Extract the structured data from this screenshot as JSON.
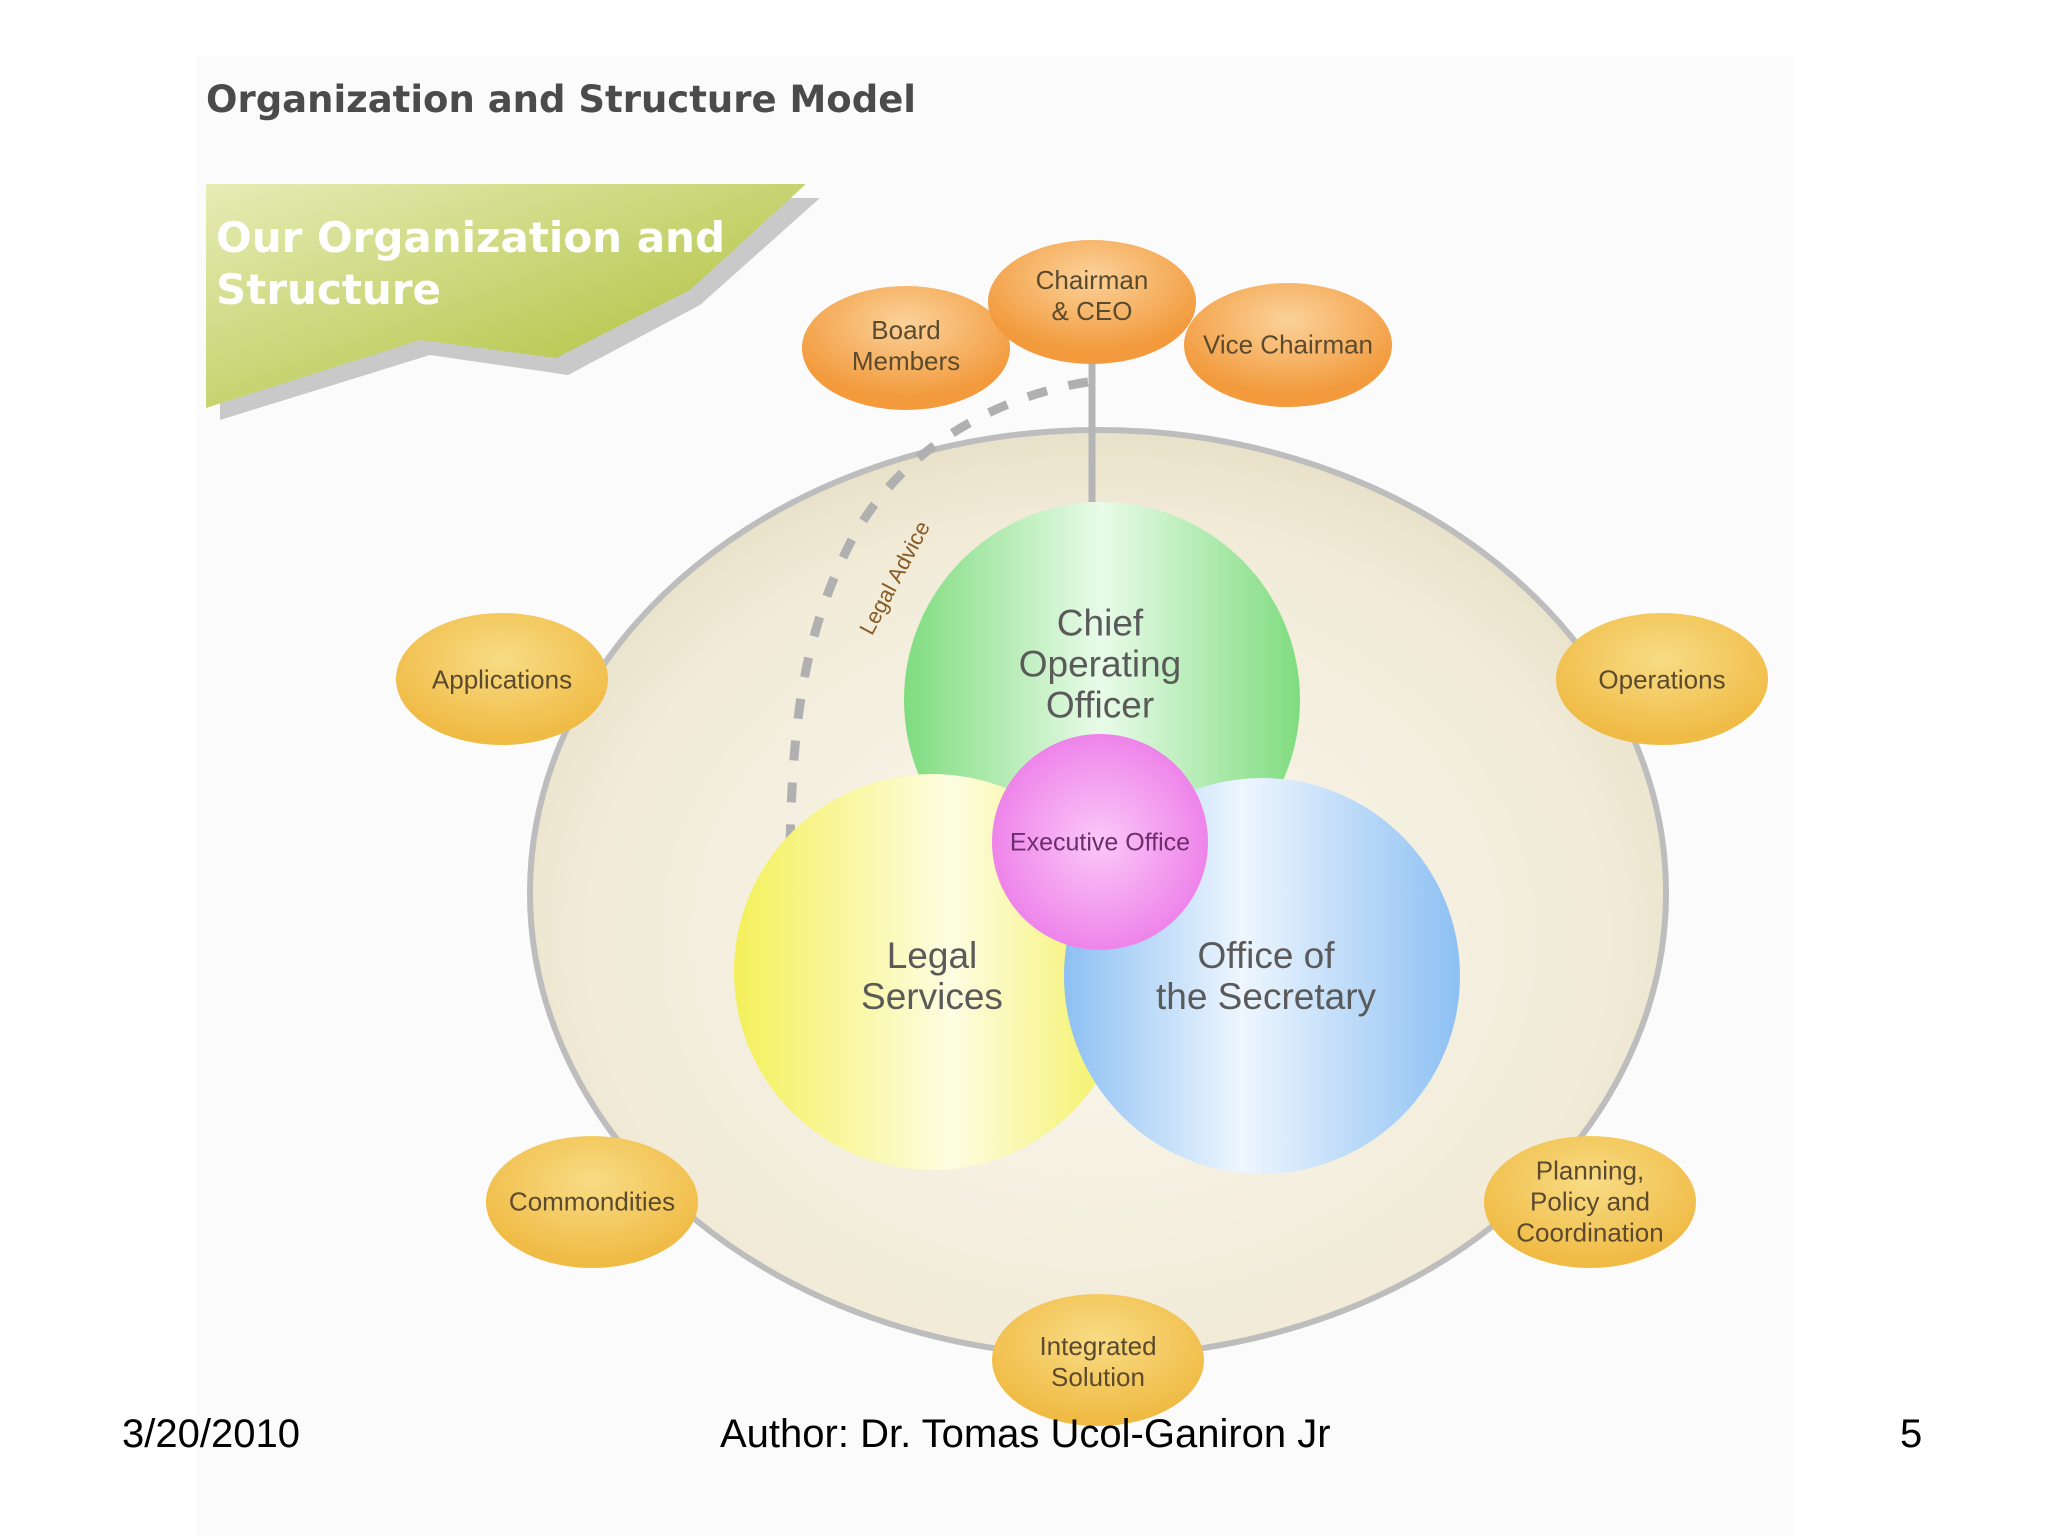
{
  "slide": {
    "heading": "Organization and Structure Model",
    "banner": "Our Organization and Structure"
  },
  "diagram": {
    "top_nodes": {
      "chairman": "Chairman\n& CEO",
      "board": "Board\nMembers",
      "vice": "Vice Chairman"
    },
    "core": {
      "coo": "Chief\nOperating\nOfficer",
      "legal": "Legal\nServices",
      "secretary": "Office of\nthe Secretary",
      "executive": "Executive Office"
    },
    "legal_advice": "Legal Advice",
    "ring_nodes": {
      "applications": "Applications",
      "operations": "Operations",
      "commodities": "Commondities",
      "planning": "Planning,\nPolicy and\nCoordination",
      "integrated": "Integrated\nSolution"
    },
    "colors": {
      "orange_node": "#f5a24a",
      "yellow_node": "#f3c453",
      "coo": "#8fe08f",
      "legal": "#f7f56e",
      "secretary": "#9ccaf5",
      "executive": "#f39bf0",
      "ring": "#bcbcbc",
      "banner": "#b9cb4a"
    }
  },
  "footer": {
    "date": "3/20/2010",
    "author": "Author: Dr. Tomas Ucol-Ganiron Jr",
    "page": "5"
  }
}
